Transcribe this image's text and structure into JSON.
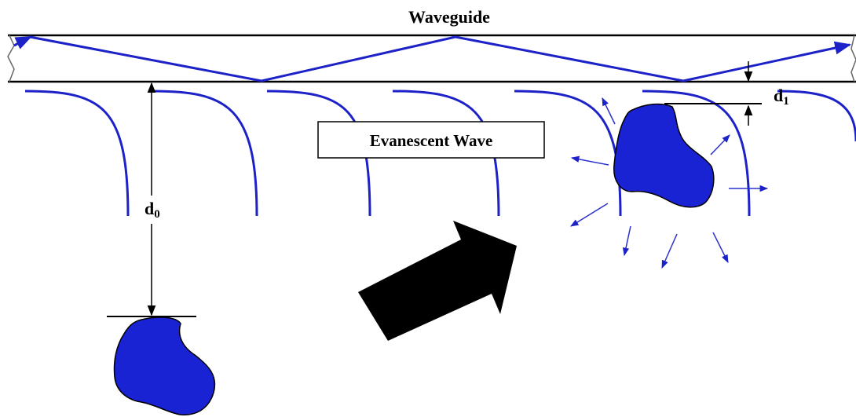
{
  "diagram": {
    "title": "Waveguide",
    "box_label": "Evanescent Wave",
    "d0_label": {
      "base": "d",
      "sub": "0"
    },
    "d1_label": {
      "base": "d",
      "sub": "1"
    },
    "colors": {
      "ray": "#1c22c8",
      "particle_fill": "#1a23d4",
      "outline": "#000000",
      "arrow_fill": "#000000",
      "scatter": "#2a30cc"
    }
  }
}
